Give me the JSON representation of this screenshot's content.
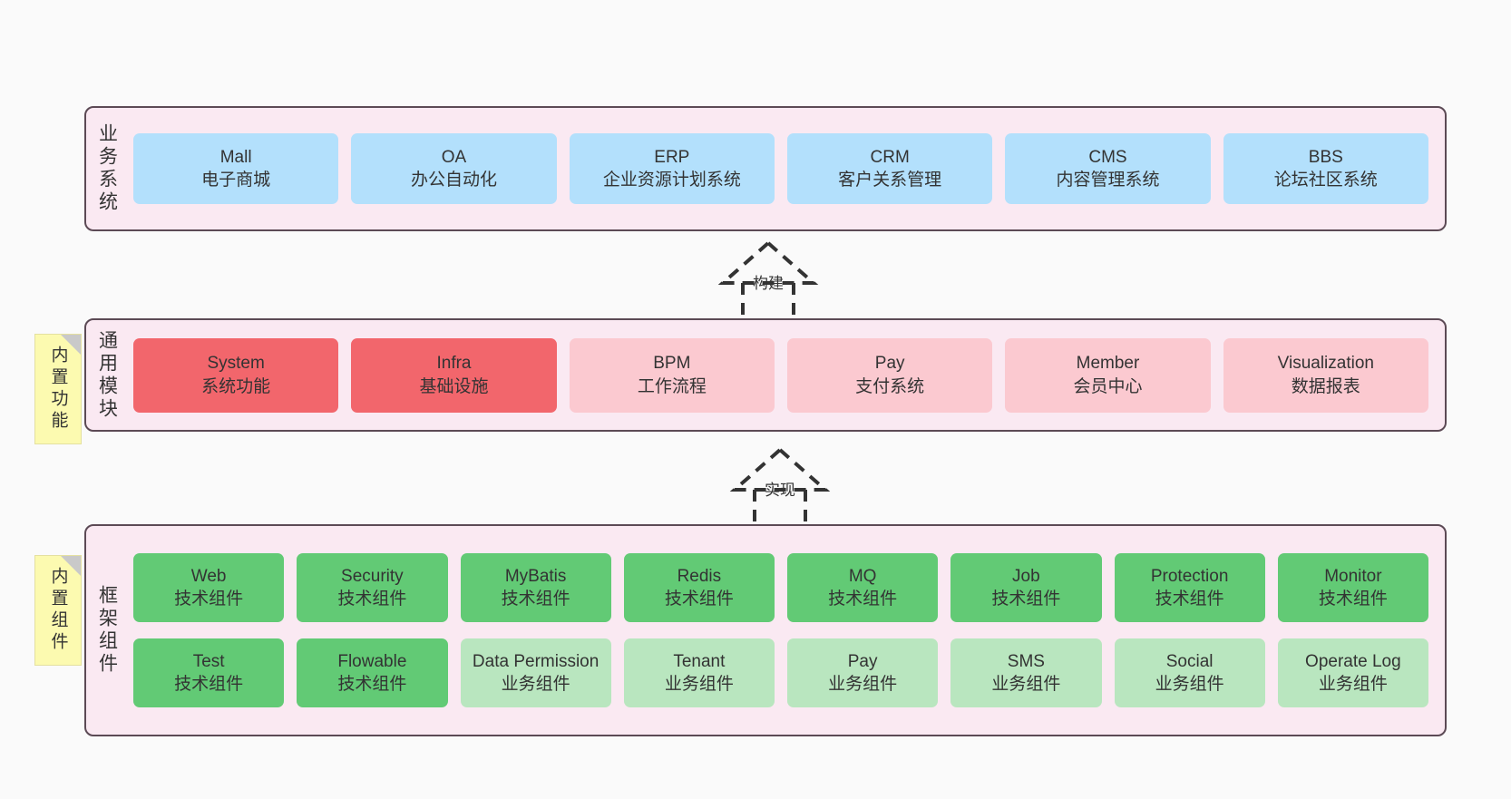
{
  "canvas": {
    "background": "#fafafa",
    "panel_bg": "#fae9f2",
    "panel_border": "#5c4a55"
  },
  "layers": [
    {
      "id": "business-systems",
      "title": "业务系统",
      "card_color": "#b3e0fc",
      "cards": [
        {
          "en": "Mall",
          "cn": "电子商城"
        },
        {
          "en": "OA",
          "cn": "办公自动化"
        },
        {
          "en": "ERP",
          "cn": "企业资源计划系统"
        },
        {
          "en": "CRM",
          "cn": "客户关系管理"
        },
        {
          "en": "CMS",
          "cn": "内容管理系统"
        },
        {
          "en": "BBS",
          "cn": "论坛社区系统"
        }
      ]
    },
    {
      "id": "common-modules",
      "title": "通用模块",
      "note": "内置功能",
      "note_color": "#fcfab0",
      "cards": [
        {
          "en": "System",
          "cn": "系统功能",
          "color": "#f2666c"
        },
        {
          "en": "Infra",
          "cn": "基础设施",
          "color": "#f2666c"
        },
        {
          "en": "BPM",
          "cn": "工作流程",
          "color": "#fbc9d0"
        },
        {
          "en": "Pay",
          "cn": "支付系统",
          "color": "#fbc9d0"
        },
        {
          "en": "Member",
          "cn": "会员中心",
          "color": "#fbc9d0"
        },
        {
          "en": "Visualization",
          "cn": "数据报表",
          "color": "#fbc9d0"
        }
      ]
    },
    {
      "id": "framework-components",
      "title": "框架组件",
      "note": "内置组件",
      "note_color": "#fcfab0",
      "row1": [
        {
          "en": "Web",
          "cn": "技术组件",
          "color": "#62ca75"
        },
        {
          "en": "Security",
          "cn": "技术组件",
          "color": "#62ca75"
        },
        {
          "en": "MyBatis",
          "cn": "技术组件",
          "color": "#62ca75"
        },
        {
          "en": "Redis",
          "cn": "技术组件",
          "color": "#62ca75"
        },
        {
          "en": "MQ",
          "cn": "技术组件",
          "color": "#62ca75"
        },
        {
          "en": "Job",
          "cn": "技术组件",
          "color": "#62ca75"
        },
        {
          "en": "Protection",
          "cn": "技术组件",
          "color": "#62ca75"
        },
        {
          "en": "Monitor",
          "cn": "技术组件",
          "color": "#62ca75"
        }
      ],
      "row2": [
        {
          "en": "Test",
          "cn": "技术组件",
          "color": "#62ca75"
        },
        {
          "en": "Flowable",
          "cn": "技术组件",
          "color": "#62ca75"
        },
        {
          "en": "Data Permission",
          "cn": "业务组件",
          "color": "#b9e6bf",
          "wrap": true
        },
        {
          "en": "Tenant",
          "cn": "业务组件",
          "color": "#b9e6bf"
        },
        {
          "en": "Pay",
          "cn": "业务组件",
          "color": "#b9e6bf"
        },
        {
          "en": "SMS",
          "cn": "业务组件",
          "color": "#b9e6bf"
        },
        {
          "en": "Social",
          "cn": "业务组件",
          "color": "#b9e6bf"
        },
        {
          "en": "Operate Log",
          "cn": "业务组件",
          "color": "#b9e6bf"
        }
      ]
    }
  ],
  "connectors": [
    {
      "id": "build",
      "label": "构建"
    },
    {
      "id": "implement",
      "label": "实现"
    }
  ]
}
